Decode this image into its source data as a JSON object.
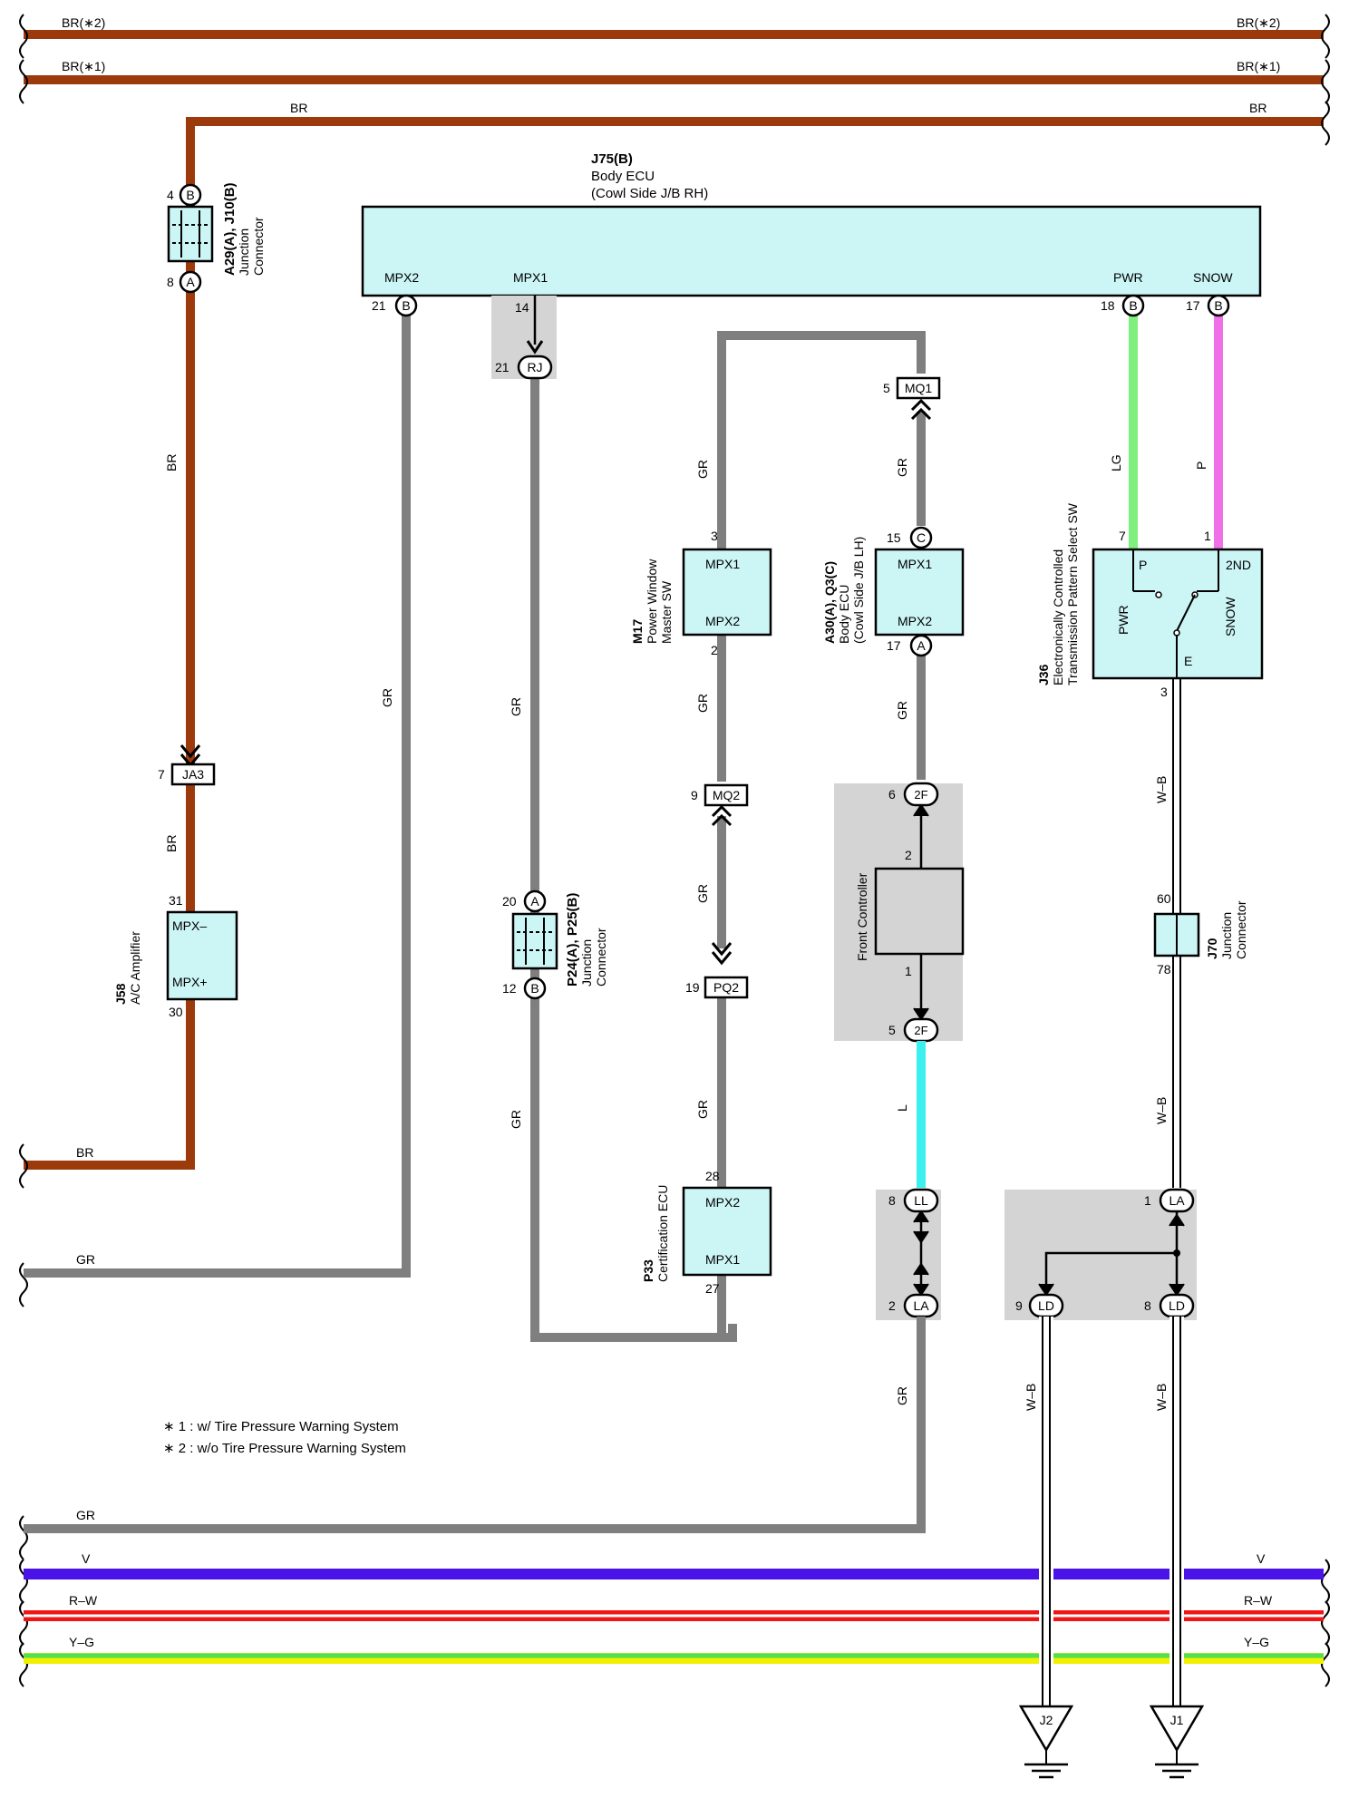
{
  "colors": {
    "BR": "#9c3a0c",
    "GR": "#7f7f7f",
    "LG": "#7df07d",
    "P": "#f070e8",
    "L": "#3cf0f0",
    "V": "#4a14e8",
    "RW": "#f01414",
    "YG_green": "#50e050",
    "YG_yellow": "#f0f000",
    "box_fill": "#ccf5f5",
    "gray_box": "#d4d4d4"
  },
  "wires": {
    "br2_l": "BR(∗2)",
    "br2_r": "BR(∗2)",
    "br1_l": "BR(∗1)",
    "br1_r": "BR(∗1)",
    "br_top": "BR",
    "br_top_r": "BR",
    "br_vert1": "BR",
    "br_vert2": "BR",
    "br_bottom": "BR",
    "gr_left": "GR",
    "gr_v1": "GR",
    "gr_v2": "GR",
    "gr_v3": "GR",
    "gr_pw1": "GR",
    "gr_pw2": "GR",
    "gr_pw3": "GR",
    "gr_pw4": "GR",
    "gr_mq1": "GR",
    "gr_a30": "GR",
    "gr_bottom_v": "GR",
    "gr_bottom": "GR",
    "lg": "LG",
    "p": "P",
    "l": "L",
    "wb1": "W–B",
    "wb2": "W–B",
    "wb3": "W–B",
    "wb4": "W–B",
    "v_l": "V",
    "v_r": "V",
    "rw_l": "R–W",
    "rw_r": "R–W",
    "yg_l": "Y–G",
    "yg_r": "Y–G"
  },
  "components": {
    "j75": {
      "code": "J75(B)",
      "name": "Body ECU",
      "sub": "(Cowl Side J/B RH)",
      "pin_mpx2": "MPX2",
      "pin_mpx1": "MPX1",
      "pin_pwr": "PWR",
      "pin_snow": "SNOW"
    },
    "a29": {
      "code": "A29(A), J10(B)",
      "name1": "Junction",
      "name2": "Connector"
    },
    "j58": {
      "code": "J58",
      "name": "A/C Amplifier",
      "p1": "MPX–",
      "p2": "MPX+"
    },
    "p24": {
      "code": "P24(A), P25(B)",
      "name1": "Junction",
      "name2": "Connector"
    },
    "m17": {
      "code": "M17",
      "name1": "Power Window",
      "name2": "Master SW",
      "p1": "MPX1",
      "p2": "MPX2"
    },
    "a30": {
      "code": "A30(A), Q3(C)",
      "name1": "Body ECU",
      "name2": "(Cowl Side J/B LH)",
      "p1": "MPX1",
      "p2": "MPX2"
    },
    "front": {
      "name": "Front Controller"
    },
    "p33": {
      "code": "P33",
      "name": "Certification ECU",
      "p1": "MPX2",
      "p2": "MPX1"
    },
    "j36": {
      "code": "J36",
      "name1": "Electronically Controlled",
      "name2": "Transmission Pattern Select SW",
      "p": "P",
      "nd": "2ND",
      "pwr": "PWR",
      "snow": "SNOW",
      "e": "E"
    },
    "j70": {
      "code": "J70",
      "name1": "Junction",
      "name2": "Connector"
    }
  },
  "pins": {
    "a29_top": "4",
    "a29_bot": "8",
    "a29_b": "B",
    "a29_a": "A",
    "j75_21": "21",
    "j75_b1": "B",
    "j75_14": "14",
    "j75_18": "18",
    "j75_b2": "B",
    "j75_17": "17",
    "j75_b3": "B",
    "rj_num": "21",
    "rj": "RJ",
    "mq1_num": "5",
    "mq1": "MQ1",
    "c_num": "15",
    "c": "C",
    "a30_17": "17",
    "a30_a": "A",
    "m17_3": "3",
    "m17_2": "2",
    "mq2_num": "9",
    "mq2": "MQ2",
    "pq2_num": "19",
    "pq2": "PQ2",
    "p33_28": "28",
    "p33_27": "27",
    "ja3_num": "7",
    "ja3": "JA3",
    "j58_31": "31",
    "j58_30": "30",
    "p24_20": "20",
    "p24_a": "A",
    "p24_12": "12",
    "p24_b": "B",
    "f2f_6": "6",
    "f2f_a": "2F",
    "f_2": "2",
    "f_1": "1",
    "f2f_5": "5",
    "f2f_b": "2F",
    "ll_8": "8",
    "ll": "LL",
    "la_2": "2",
    "la": "LA",
    "j36_7": "7",
    "j36_1": "1",
    "j36_3": "3",
    "j70_60": "60",
    "j70_78": "78",
    "la1_num": "1",
    "la1": "LA",
    "ld9_num": "9",
    "ld9": "LD",
    "ld8_num": "8",
    "ld8": "LD",
    "j2": "J2",
    "j1": "J1"
  },
  "notes": {
    "n1": "∗ 1 : w/ Tire Pressure Warning System",
    "n2": "∗ 2 : w/o Tire Pressure Warning System"
  }
}
